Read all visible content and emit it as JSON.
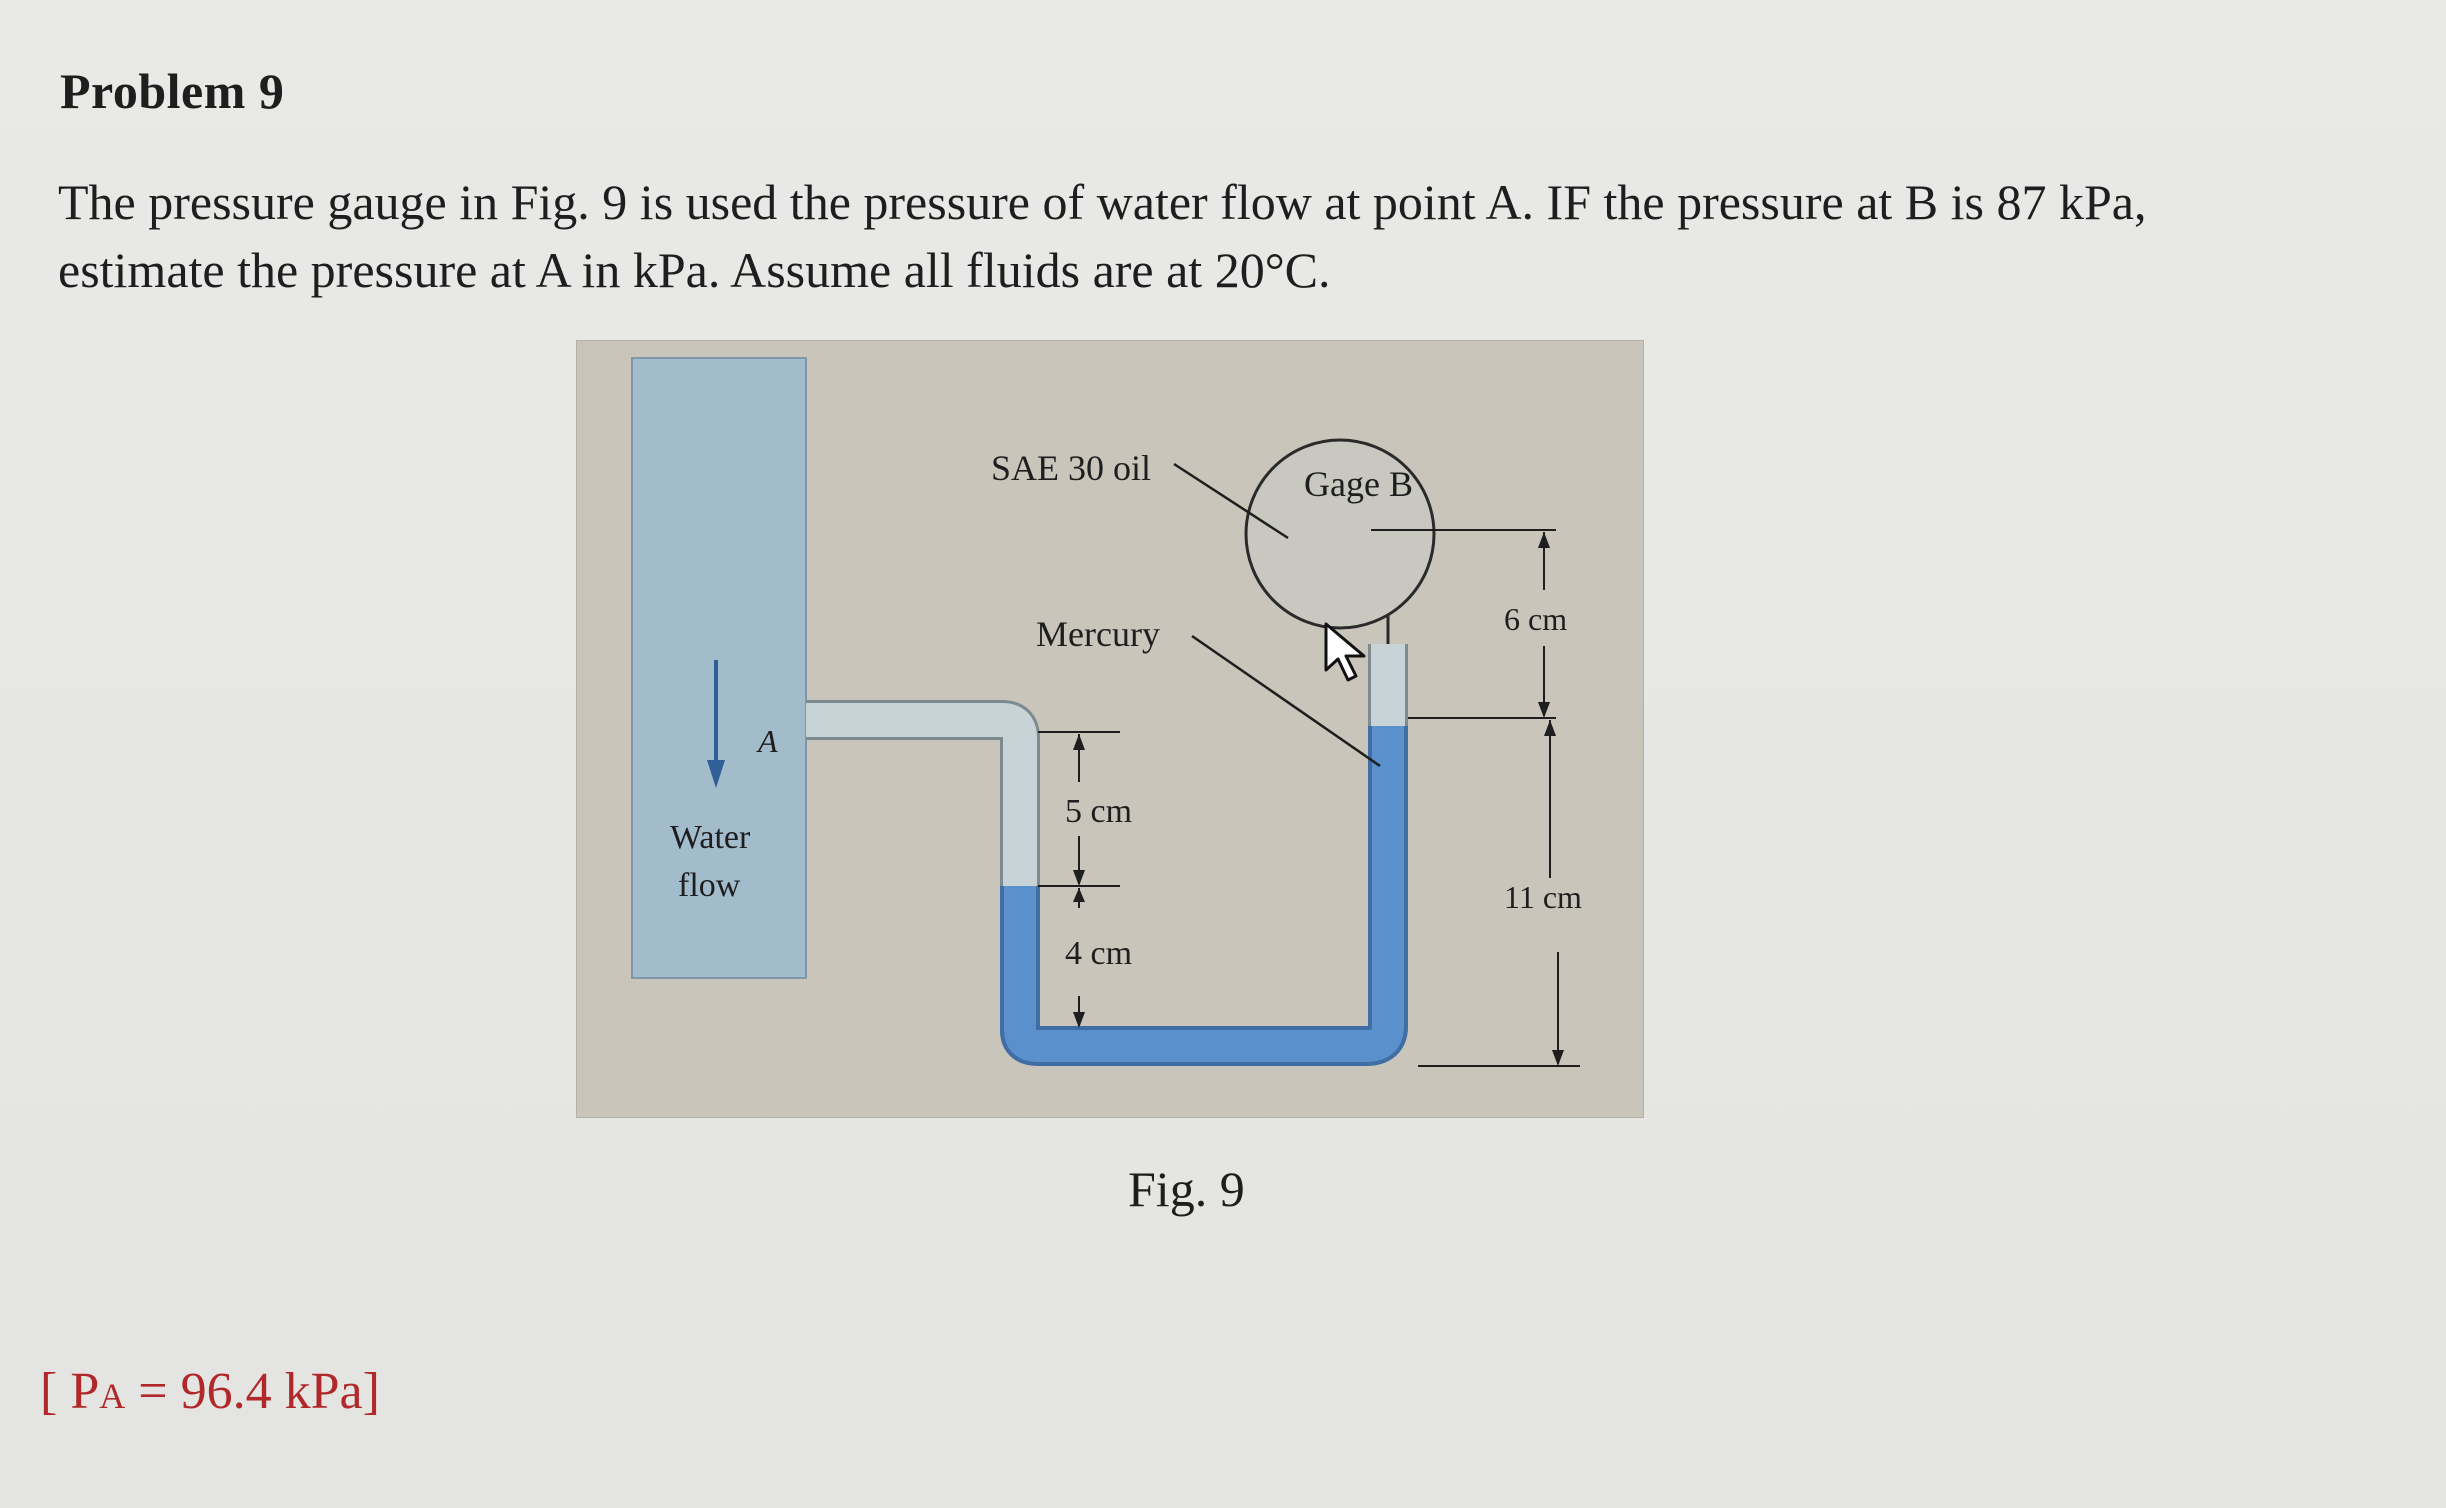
{
  "problem": {
    "title": "Problem 9",
    "line1": "The pressure gauge in Fig. 9 is used the pressure of water flow at point A. IF the pressure at B is 87 kPa,",
    "line2": "estimate the pressure at A in kPa. Assume all fluids are at 20°C."
  },
  "figure": {
    "caption": "Fig. 9",
    "labels": {
      "sae_oil": "SAE 30 oil",
      "gage_b": "Gage B",
      "mercury": "Mercury",
      "point_a": "A",
      "water": "Water",
      "flow": "flow",
      "dim_5cm": "5 cm",
      "dim_4cm": "4 cm",
      "dim_6cm": "6 cm",
      "dim_11cm": "11 cm"
    },
    "colors": {
      "background": "#c8c4ba",
      "water": "#9ab8cc",
      "mercury": "#4f86c2",
      "oil": "#cdd4d4"
    }
  },
  "answer": {
    "prefix": "[ P",
    "subscript": "A",
    "suffix": " = 96.4 kPa]"
  }
}
